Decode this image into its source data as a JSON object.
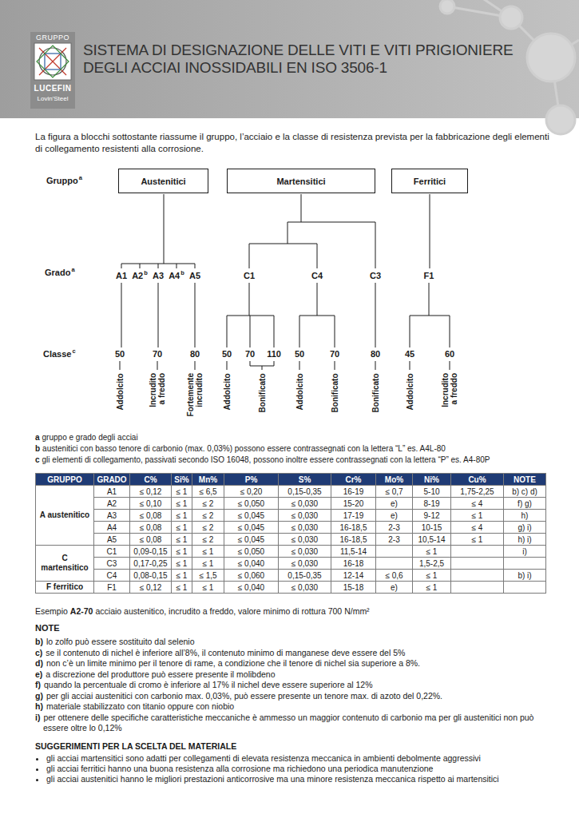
{
  "diagram": {
    "title": "SISTEMA DI DESIGNAZIONE DELLE VITI E VITI PRIGIONIERE DEGLI ACCIAI INOSSIDABILI EN ISO 3506-1",
    "nodes": [
      {
        "text": [
          "Austenitici"
        ]
      },
      {
        "text": [
          "Martensitici"
        ]
      },
      {
        "text": [
          "Ferritici"
        ]
      }
    ],
    "labels": [
      "GRUPPO",
      "LUCEFIN",
      "Lovin'Steel",
      "La figura a blocchi sottostante riassume il gruppo, l’acciaio e la classe di resistenza prevista per la fabbricazione degli elementi di collegamento resistenti alla corrosione.",
      "Gruppo",
      "a",
      "Grado",
      "a",
      "Classe",
      "c",
      "A1",
      "A2",
      "b",
      "A3",
      "A4",
      "b",
      "A5",
      "C1",
      "C4",
      "C3",
      "F1",
      "50",
      "70",
      "80",
      "50",
      "70",
      "110",
      "50",
      "70",
      "80",
      "45",
      "60",
      "Addolcito",
      "Incrudito a freddo",
      "Fortemente incrudito",
      "Addolcito",
      "Bonificato",
      "Addolcito",
      "Bonificato",
      "Bonificato",
      "Addolcito",
      "Incrudito a freddo",
      "a",
      "gruppo e grado degli acciai",
      "b",
      "austenitici con basso tenore di carbonio (max. 0,03%) possono essere contrassegnati con la lettera “L” es. A4L-80",
      "c",
      "gli elementi di collegamento, passivati secondo ISO 16048, possono inoltre essere contrassegnati con la lettera “P” es. A4-80P",
      "GRUPPO",
      "GRADO",
      "C%",
      "Si%",
      "Mn%",
      "P%",
      "S%",
      "Cr%",
      "Mo%",
      "Ni%",
      "Cu%",
      "NOTE",
      "A austenitico",
      "A1",
      "≤ 0,12",
      "≤ 1",
      "≤ 6,5",
      "≤ 0,20",
      "0,15-0,35",
      "16-19",
      "≤ 0,7",
      "5-10",
      "1,75-2,25",
      "b) c) d)",
      "A2",
      "≤ 0,10",
      "≤ 1",
      "≤ 2",
      "≤ 0,050",
      "≤ 0,030",
      "15-20",
      "e)",
      "8-19",
      "≤ 4",
      "f) g)",
      "A3",
      "≤ 0,08",
      "≤ 1",
      "≤ 2",
      "≤ 0,045",
      "≤ 0,030",
      "17-19",
      "e)",
      "9-12",
      "≤ 1",
      "h)",
      "A4",
      "≤ 0,08",
      "≤ 1",
      "≤ 2",
      "≤ 0,045",
      "≤ 0,030",
      "16-18,5",
      "2-3",
      "10-15",
      "≤ 4",
      "g) i)",
      "A5",
      "≤ 0,08",
      "≤ 1",
      "≤ 2",
      "≤ 0,045",
      "≤ 0,030",
      "16-18,5",
      "2-3",
      "10,5-14",
      "≤ 1",
      "h) i)",
      "C martensitico",
      "C1",
      "0,09-0,15",
      "≤ 1",
      "≤ 1",
      "≤ 0,050",
      "≤ 0,030",
      "11,5-14",
      "≤ 1",
      "i)",
      "C3",
      "0,17-0,25",
      "≤ 1",
      "≤ 1",
      "≤ 0,040",
      "≤ 0,030",
      "16-18",
      "1,5-2,5",
      "C4",
      "0,08-0,15",
      "≤ 1",
      "≤ 1,5",
      "≤ 0,060",
      "0,15-0,35",
      "12-14",
      "≤ 0,6",
      "≤ 1",
      "b) i)",
      "F ferritico",
      "F1",
      "≤ 0,12",
      "≤ 1",
      "≤ 1",
      "≤ 0,040",
      "≤ 0,030",
      "15-18",
      "e)",
      "≤ 1",
      "Esempio",
      "A2-70",
      "acciaio austenitico, incrudito a freddo, valore minimo di rottura 700 N/mm²",
      "NOTE",
      "b)",
      "lo zolfo può essere sostituito dal selenio",
      "c)",
      "se il contenuto di nichel è inferiore all’8%, il contenuto minimo di manganese deve essere del 5%",
      "d)",
      "non c’è un limite minimo per il tenore di rame, a condizione che il tenore di nichel sia superiore a 8%.",
      "e)",
      "a discrezione del produttore può essere presente il molibdeno",
      "f)",
      "quando la percentuale di cromo è inferiore al 17% il nichel deve essere superiore al 12%",
      "g)",
      "per gli acciai austenitici con carbonio max. 0,03%, può essere presente un tenore max. di azoto del 0,22%.",
      "h)",
      "materiale stabilizzato con titanio oppure con niobio",
      "i)",
      "per ottenere delle specifiche caratteristiche meccaniche è ammesso un maggior contenuto di carbonio ma per gli austenitici non può essere oltre lo 0,12%",
      "SUGGERIMENTI PER LA SCELTA DEL MATERIALE",
      "gli acciai martensitici sono adatti per collegamenti di elevata resistenza meccanica in ambienti debolmente aggressivi",
      "gli acciai ferritici hanno una buona resistenza alla corrosione ma richiedono una periodica manutenzione",
      "gli acciai austenitici hanno le migliori prestazioni anticorrosive ma una minore resistenza meccanica rispetto ai martensitici"
    ]
  }
}
